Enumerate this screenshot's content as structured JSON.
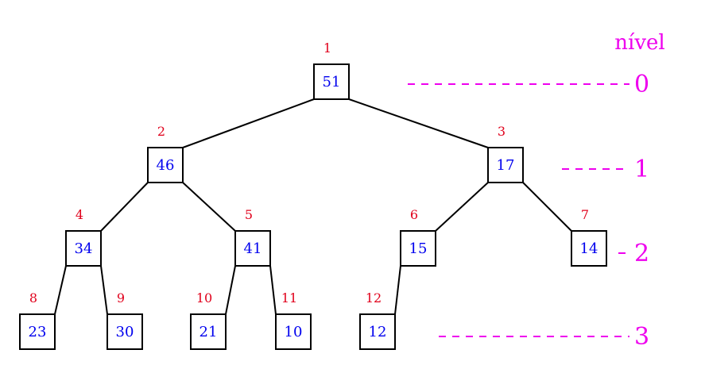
{
  "diagram": {
    "type": "binary-heap-tree",
    "level_title": "nível",
    "nodes": [
      {
        "index": "1",
        "value": "51"
      },
      {
        "index": "2",
        "value": "46"
      },
      {
        "index": "3",
        "value": "17"
      },
      {
        "index": "4",
        "value": "34"
      },
      {
        "index": "5",
        "value": "41"
      },
      {
        "index": "6",
        "value": "15"
      },
      {
        "index": "7",
        "value": "14"
      },
      {
        "index": "8",
        "value": "23"
      },
      {
        "index": "9",
        "value": "30"
      },
      {
        "index": "10",
        "value": "21"
      },
      {
        "index": "11",
        "value": "10"
      },
      {
        "index": "12",
        "value": "12"
      }
    ],
    "levels": [
      "0",
      "1",
      "2",
      "3"
    ],
    "colors": {
      "value_text": "#0000ee",
      "index_text": "#e0001b",
      "level_marker": "#ee00ee",
      "node_border": "#000000"
    }
  }
}
